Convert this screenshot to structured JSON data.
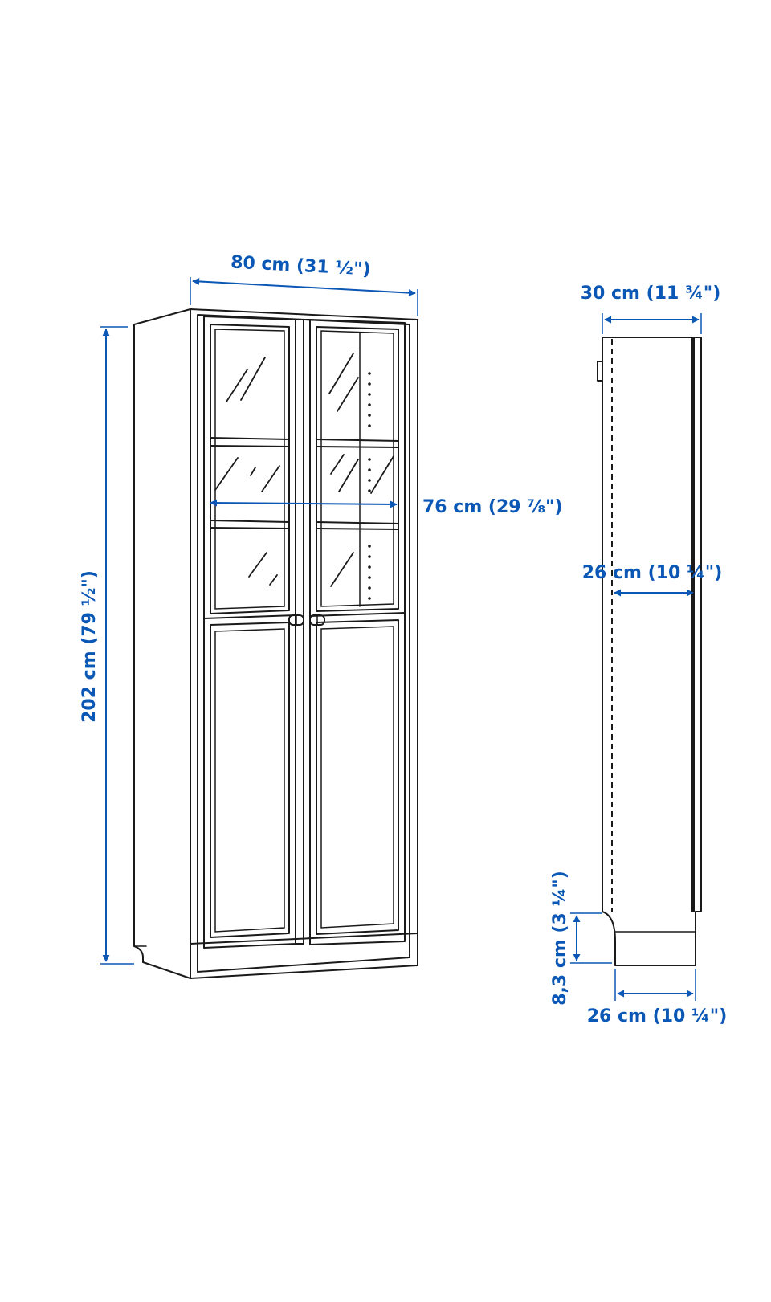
{
  "colors": {
    "dimension": "#0b57b5",
    "outline": "#1a1a1a",
    "background": "#ffffff"
  },
  "dimensions": {
    "width": "80 cm (31 ½\")",
    "height": "202 cm (79 ½\")",
    "inner_width": "76 cm (29 ⅞\")",
    "depth": "30 cm (11 ¾\")",
    "inner_depth": "26 cm (10 ¼\")",
    "plinth_height": "8,3 cm (3 ¼\")",
    "base_depth": "26 cm (10 ¼\")"
  }
}
